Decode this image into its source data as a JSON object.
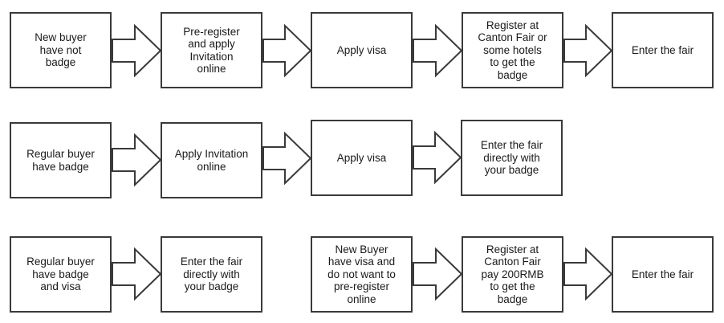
{
  "flows": [
    {
      "steps": [
        "New buyer\nhave not\nbadge",
        "Pre-register\nand apply\nInvitation\nonline",
        "Apply visa",
        "Register at\nCanton Fair or\nsome hotels\nto get the\nbadge",
        "Enter the fair"
      ]
    },
    {
      "steps": [
        "Regular buyer\nhave badge",
        "Apply Invitation\nonline",
        "Apply visa",
        "Enter the fair\ndirectly with\nyour badge"
      ]
    },
    {
      "steps": [
        "Regular buyer\nhave badge\nand visa",
        "Enter the fair\ndirectly with\nyour badge"
      ]
    },
    {
      "steps": [
        "New Buyer\nhave visa and\ndo not want to\npre-register\nonline",
        "Register at\nCanton Fair\npay 200RMB\nto get the\nbadge",
        "Enter the fair"
      ]
    }
  ],
  "colors": {
    "stroke": "#3a3a3a",
    "fill": "#ffffff",
    "text": "#1a1a1a"
  }
}
